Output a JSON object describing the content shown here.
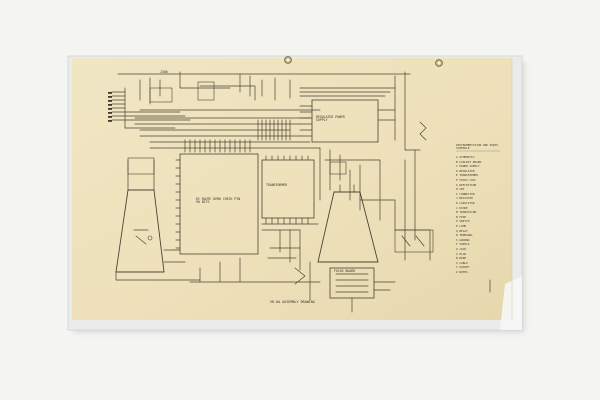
{
  "sheet": {
    "paper_color": "#efe3bf",
    "ink_color": "#4a4434",
    "sleeve_color": "#e9eceb"
  },
  "labels": {
    "bottom_caption": "VR-6A ASSEMBLY DRAWING",
    "top_component": "J300",
    "left_chip": "RC ROUTE DEMO CHECK PIN 90 BITS",
    "upper_right_box": "REGULATED POWER SUPPLY",
    "center_chip": "TRANSFORMER",
    "lower_right_box": "FOCUS BOARD",
    "legend_title": "INSTRUMENTATION AND PARTS SCHEDULE"
  },
  "legend": {
    "items": [
      "A  SCHEMATIC",
      "B  CIRCUIT BOARD",
      "C  POWER SUPPLY",
      "D  REGULATOR",
      "E  TRANSFORMER",
      "F  FOCUS COIL",
      "G  DEFLECTION",
      "H  CRT",
      "I  CONNECTOR",
      "J  RESISTOR",
      "K  CAPACITOR",
      "L  DIODE",
      "M  TRANSISTOR",
      "N  FUSE",
      "O  SWITCH",
      "P  LAMP",
      "Q  RELAY",
      "R  TERMINAL",
      "S  GROUND",
      "T  SHIELD",
      "U  JACK",
      "V  PLUG",
      "W  WIRE",
      "X  CABLE",
      "Y  SOCKET",
      "Z  NOTES"
    ]
  }
}
